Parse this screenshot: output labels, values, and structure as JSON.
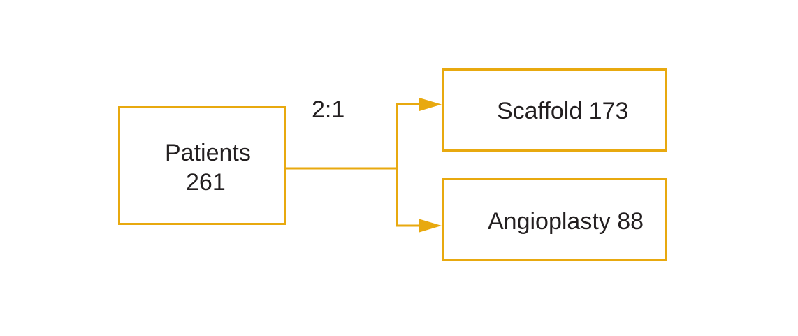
{
  "flow": {
    "source": {
      "label_line1": "Patients",
      "label_line2": "261"
    },
    "ratio": "2:1",
    "targets": [
      {
        "label": "Scaffold 173"
      },
      {
        "label": "Angioplasty 88"
      }
    ]
  },
  "colors": {
    "stroke": "#E8A90F",
    "text": "#231F20",
    "background": "#FFFFFF"
  }
}
